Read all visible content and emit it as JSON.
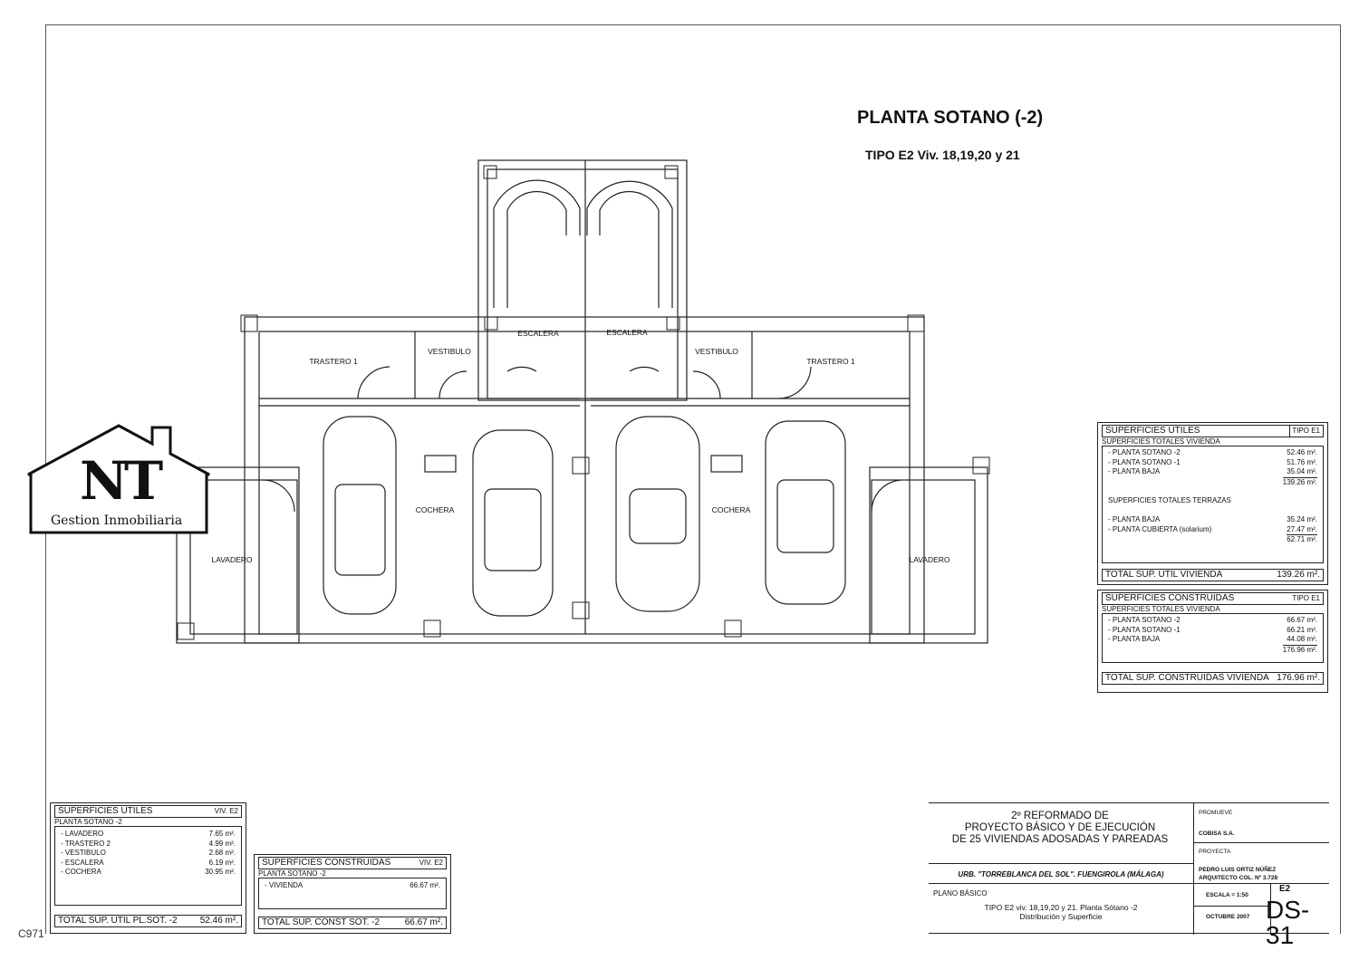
{
  "title": "PLANTA SOTANO (-2)",
  "subtitle": "TIPO E2  Viv. 18,19,20 y 21",
  "rooms": {
    "trastero_l": "TRASTERO 1",
    "vestibulo_l": "VESTIBULO",
    "escalera_l": "ESCALERA",
    "escalera_r": "ESCALERA",
    "vestibulo_r": "VESTIBULO",
    "trastero_r": "TRASTERO 1",
    "cochera_l": "COCHERA",
    "cochera_r": "COCHERA",
    "lavadero_l": "LAVADERO",
    "lavadero_r": "LAVADERO"
  },
  "logo": {
    "letters": "NT",
    "text": "Gestion Inmobiliaria"
  },
  "corner_code": "C971",
  "right_utiles": {
    "header": "SUPERFICIES UTILES",
    "tipo": "TIPO E1",
    "section1": "SUPERFICIES TOTALES VIVIENDA",
    "rows1": [
      [
        "- PLANTA SOTANO -2",
        "52.46 m²."
      ],
      [
        "- PLANTA SOTANO -1",
        "51.76 m²."
      ],
      [
        "- PLANTA BAJA",
        "35.04 m²."
      ]
    ],
    "sum1": "139.26 m².",
    "section2": "SUPERFICIES TOTALES TERRAZAS",
    "rows2": [
      [
        "- PLANTA BAJA",
        "35.24 m²."
      ],
      [
        "- PLANTA CUBIERTA (solarium)",
        "27.47 m²."
      ]
    ],
    "sum2": "62.71 m².",
    "total_label": "TOTAL SUP. UTIL VIVIENDA",
    "total": "139.26 m²."
  },
  "right_construidas": {
    "header": "SUPERFICIES CONSTRUIDAS",
    "tipo": "TIPO E1",
    "section1": "SUPERFICIES TOTALES VIVIENDA",
    "rows": [
      [
        "- PLANTA SOTANO -2",
        "66.67 m²."
      ],
      [
        "- PLANTA SOTANO -1",
        "66.21 m²."
      ],
      [
        "- PLANTA BAJA",
        "44.08 m²."
      ]
    ],
    "sum": "176.96 m².",
    "total_label": "TOTAL SUP. CONSTRUIDAS VIVIENDA",
    "total": "176.96 m²."
  },
  "left_utiles": {
    "header": "SUPERFICIES UTILES",
    "tipo": "VIV. E2",
    "section": "PLANTA SOTANO -2",
    "rows": [
      [
        "- LAVADERO",
        "7.65 m²."
      ],
      [
        "- TRASTERO 2",
        "4.99 m²."
      ],
      [
        "- VESTIBULO",
        "2.68 m²."
      ],
      [
        "- ESCALERA",
        "6.19 m²."
      ],
      [
        "- COCHERA",
        "30.95 m²."
      ]
    ],
    "total_label": "TOTAL SUP. UTIL PL.SOT. -2",
    "total": "52.46 m²."
  },
  "left_construidas": {
    "header": "SUPERFICIES CONSTRUIDAS",
    "tipo": "VIV. E2",
    "section": "PLANTA SOTANO -2",
    "rows": [
      [
        "- VIVIENDA",
        "66.67 m²."
      ]
    ],
    "total_label": "TOTAL SUP. CONST SOT. -2",
    "total": "66.67 m²."
  },
  "titleblock": {
    "project": [
      "2º REFORMADO DE",
      "PROYECTO BÁSICO Y DE EJECUCIÓN",
      "DE 25 VIVIENDAS ADOSADAS Y PAREADAS"
    ],
    "location": "URB. \"TORREBLANCA DEL SOL\". FUENGIROLA (MÁLAGA)",
    "plano": "PLANO BÁSICO",
    "desc1": "TIPO E2 viv. 18,19,20 y 21. Planta Sótano -2",
    "desc2": "Distribución y Superficie",
    "promueve_label": "PROMUEVE",
    "promueve": "COBISA S.A.",
    "proyecta_label": "PROYECTA",
    "architect1": "PEDRO LUIS ORTIZ NÚÑEZ",
    "architect2": "ARQUITECTO COL. Nº 3.728",
    "escala": "ESCALA = 1:50",
    "fecha": "OCTUBRE 2007",
    "tipo": "E2",
    "sheet": "DS-31"
  }
}
